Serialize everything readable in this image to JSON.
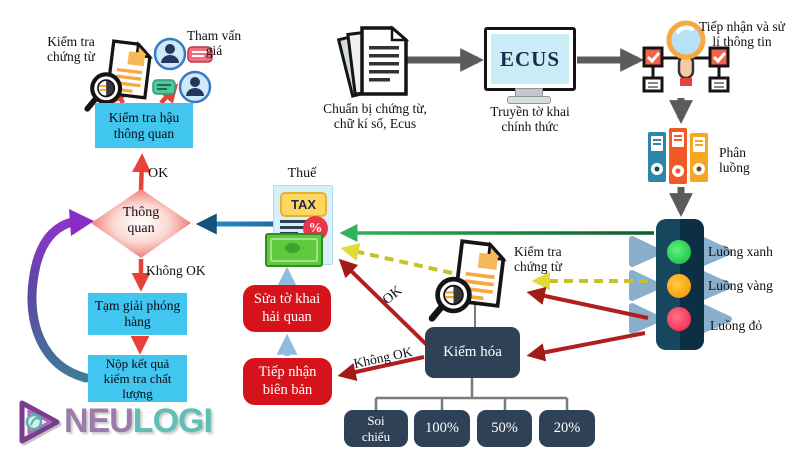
{
  "branding": {
    "logo_part1": "NEU",
    "logo_part2": "LOGI"
  },
  "colors": {
    "cyan_box": "#41C6F0",
    "red_box": "#D6121B",
    "navy_box": "#2E4156",
    "red_arrow": "#E8413A",
    "dark_red_arrow": "#B11E1E",
    "green_arrow": "#1E9E4B",
    "yellow_arrow": "#C8C22A",
    "blue_arrow": "#1B74AE",
    "steel_arrow": "#8FBBDC",
    "purple_arrow": "#8A2BC6",
    "traffic_green": "#2ED957",
    "traffic_yellow": "#FFAF1F",
    "traffic_red": "#FB3E5E",
    "logo_purple": "#9C7BAB",
    "logo_teal": "#5FBFB4"
  },
  "top_flow": {
    "prepare_label": "Chuẩn bị chứng từ,\nchữ kí số, Ecus",
    "ecus_screen": "ECUS",
    "transmit_label": "Truyền tờ khai\nchính thức",
    "receive_label": "Tiếp nhận và sử\nlí thông tin",
    "routing_label": "Phân\nluồng"
  },
  "traffic_light": {
    "green_label": "Luồng xanh",
    "yellow_label": "Luồng vàng",
    "red_label": "Luồng đỏ"
  },
  "left_branch": {
    "doc_check_label": "Kiểm tra\nchứng từ",
    "consult_label": "Tham vấn\ngiá",
    "post_clearance_box": "Kiểm tra hậu\nthông quan",
    "ok_label": "OK",
    "clearance_diamond": "Thông\nquan",
    "not_ok_label": "Không OK",
    "temp_release_box": "Tạm giải phóng\nhàng",
    "submit_results_box": "Nộp kết quả\nkiểm tra chất\nlượng"
  },
  "middle_branch": {
    "tax_label": "Thuế",
    "tax_badge": "TAX",
    "tax_percent": "%",
    "fix_declaration_box": "Sửa tờ khai\nhải quan",
    "receive_report_box": "Tiếp nhận\nbiên bản",
    "doc_check_label": "Kiểm tra\nchứng từ",
    "ok_edge_label": "OK",
    "not_ok_edge_label": "Không OK",
    "inspection_box": "Kiểm hóa",
    "scan_box": "Soi\nchiếu",
    "pct_100_box": "100%",
    "pct_50_box": "50%",
    "pct_20_box": "20%"
  }
}
